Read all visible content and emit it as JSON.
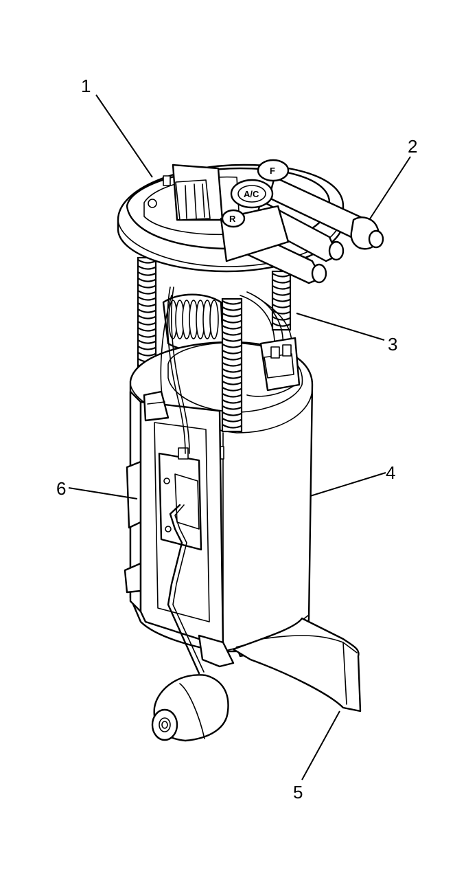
{
  "callouts": [
    {
      "id": "1",
      "label": "1"
    },
    {
      "id": "2",
      "label": "2"
    },
    {
      "id": "3",
      "label": "3"
    },
    {
      "id": "4",
      "label": "4"
    },
    {
      "id": "5",
      "label": "5"
    },
    {
      "id": "6",
      "label": "6"
    }
  ],
  "badges": {
    "fuel_port": "F",
    "return_port": "R",
    "ac_port": "A/C"
  },
  "colors": {
    "line": "#000000",
    "background": "#ffffff"
  }
}
